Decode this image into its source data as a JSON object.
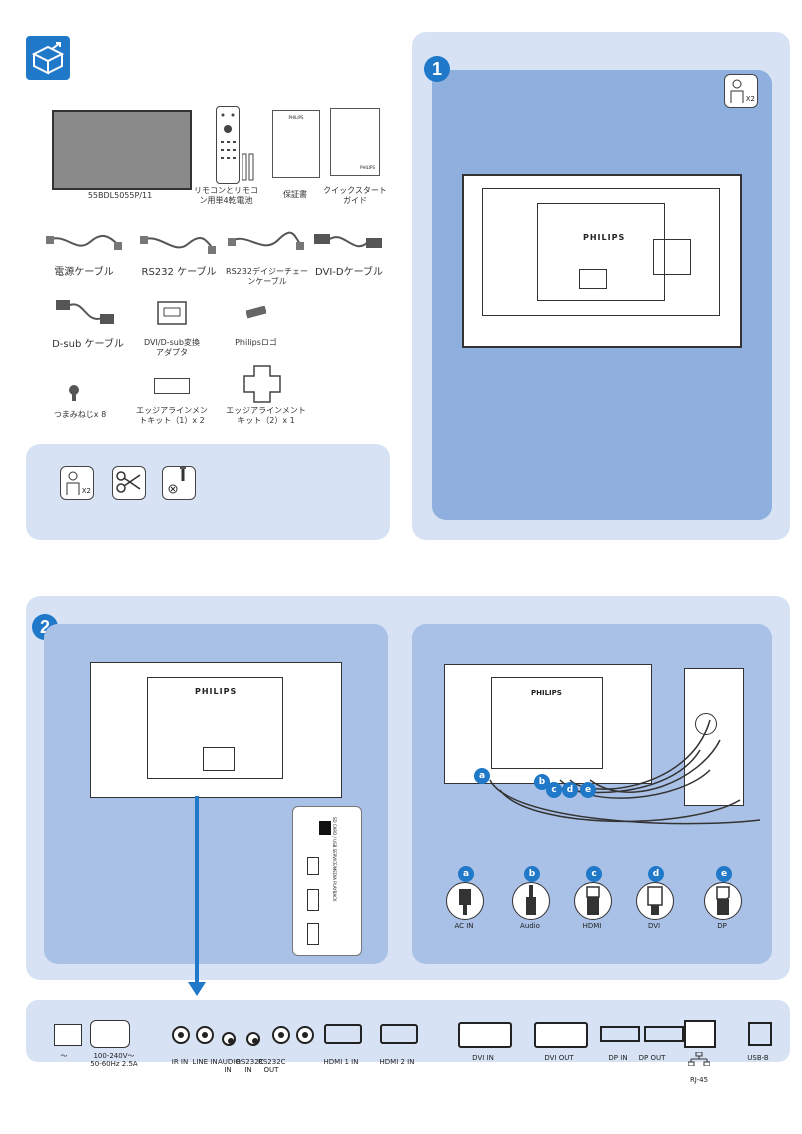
{
  "accessories": {
    "monitor_model": "55BDL5055P/11",
    "remote": "リモコンとリモコン用単4乾電池",
    "warranty": "保証書",
    "quick_start": "クイックスタートガイド",
    "power_cable": "電源ケーブル",
    "rs232_cable": "RS232 ケーブル",
    "rs232_daisy": "RS232デイジーチェーンケーブル",
    "dvid_cable": "DVI-Dケーブル",
    "dsub_cable": "D-sub ケーブル",
    "dvi_dsub_adapter": "DVI/D-sub変換アダプタ",
    "philips_logo": "Philipsロゴ",
    "thumb_screw": "つまみねじx 8",
    "edge_kit1": "エッジアラインメントキット（1）x 2",
    "edge_kit2": "エッジアラインメントキット（2）x 1"
  },
  "tools": {
    "persons": "X2"
  },
  "step1": {
    "badge": "1",
    "persons": "X2"
  },
  "step2": {
    "badge": "2",
    "circles": [
      "a",
      "b",
      "c",
      "d",
      "e"
    ],
    "connectors": [
      "AC IN",
      "Audio",
      "HDMI",
      "DVI",
      "DP"
    ],
    "side_panel": "SD CARD / USB SERVICE/MEDIA PLAYBACK"
  },
  "ports": {
    "ac_tilde": "～",
    "power_spec": "100-240V～\n50-60Hz 2.5A",
    "ir_in": "IR IN",
    "line_in": "LINE IN",
    "audio_in": "AUDIO IN",
    "rs232_in": "RS232C IN",
    "rs232_out": "RS232C OUT",
    "hdmi1": "HDMI 1 IN",
    "hdmi2": "HDMI 2 IN",
    "dvi_in": "DVI IN",
    "dvi_out": "DVI OUT",
    "dp_in": "DP IN",
    "dp_out": "DP OUT",
    "rj45": "RJ-45",
    "usb_b": "USB-B"
  },
  "colors": {
    "accent": "#1f78c8",
    "panel_light": "#d7e2f4",
    "panel_mid": "#a9c1e6"
  }
}
